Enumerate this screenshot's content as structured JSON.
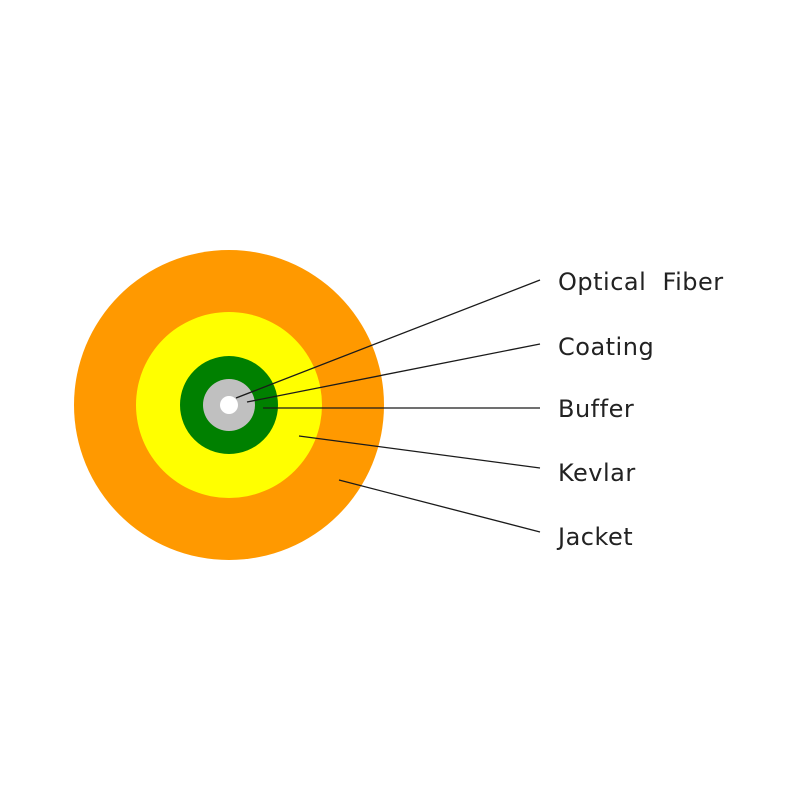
{
  "diagram": {
    "layers": [
      {
        "key": "jacket",
        "label": "Jacket",
        "color": "#FF9900"
      },
      {
        "key": "kevlar",
        "label": "Kevlar",
        "color": "#FFFF00"
      },
      {
        "key": "buffer",
        "label": "Buffer",
        "color": "#008000"
      },
      {
        "key": "coating",
        "label": "Coating",
        "color": "#C0C0C0"
      },
      {
        "key": "fiber",
        "label": "Optical  Fiber",
        "color": "#FFFFFF"
      }
    ]
  }
}
